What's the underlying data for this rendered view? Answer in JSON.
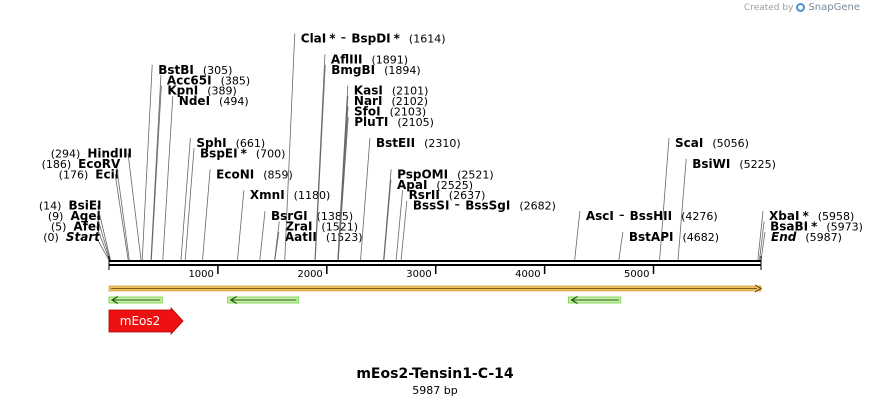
{
  "credit": {
    "prefix": "Created by",
    "brand": "SnapGene"
  },
  "plasmid": {
    "name": "mEos2-Tensin1-C-14",
    "length_label": "5987 bp"
  },
  "map": {
    "total_bp": 5987,
    "ticks": [
      1000,
      2000,
      3000,
      4000,
      5000
    ],
    "tick_labels": [
      "1000",
      "2000",
      "3000",
      "4000",
      "5000"
    ]
  },
  "sites": [
    {
      "name": "Start",
      "pos": 0,
      "pos_label": "(0)",
      "side": "left",
      "row": 0,
      "italic": true
    },
    {
      "name": "AfeI",
      "pos": 5,
      "pos_label": "(5)",
      "side": "left",
      "row": 1
    },
    {
      "name": "AgeI",
      "pos": 9,
      "pos_label": "(9)",
      "side": "left",
      "row": 2
    },
    {
      "name": "BsiEI",
      "pos": 14,
      "pos_label": "(14)",
      "side": "left",
      "row": 3
    },
    {
      "name": "EciI",
      "pos": 176,
      "pos_label": "(176)",
      "side": "left",
      "row": 6
    },
    {
      "name": "EcoRV",
      "pos": 186,
      "pos_label": "(186)",
      "side": "left",
      "row": 7
    },
    {
      "name": "HindIII",
      "pos": 294,
      "pos_label": "(294)",
      "side": "left",
      "row": 8
    },
    {
      "name": "BstBI",
      "pos": 305,
      "pos_label": "(305)",
      "side": "right",
      "row": 16
    },
    {
      "name": "Acc65I",
      "pos": 385,
      "pos_label": "(385)",
      "side": "right",
      "row": 15
    },
    {
      "name": "KpnI",
      "pos": 389,
      "pos_label": "(389)",
      "side": "right",
      "row": 14
    },
    {
      "name": "NdeI",
      "pos": 494,
      "pos_label": "(494)",
      "side": "right",
      "row": 13
    },
    {
      "name": "SphI",
      "pos": 661,
      "pos_label": "(661)",
      "side": "right",
      "row": 9
    },
    {
      "name": "BspEI",
      "star": "*",
      "pos": 700,
      "pos_label": "(700)",
      "side": "right",
      "row": 8
    },
    {
      "name": "EcoNI",
      "pos": 859,
      "pos_label": "(859)",
      "side": "right",
      "row": 6
    },
    {
      "name": "XmnI",
      "pos": 1180,
      "pos_label": "(1180)",
      "side": "right",
      "row": 4
    },
    {
      "name": "BsrGI",
      "pos": 1385,
      "pos_label": "(1385)",
      "side": "right",
      "row": 2
    },
    {
      "name": "ZraI",
      "pos": 1521,
      "pos_label": "(1521)",
      "side": "right",
      "row": 1
    },
    {
      "name": "AatII",
      "pos": 1523,
      "pos_label": "(1523)",
      "side": "right",
      "row": 0
    },
    {
      "name": "ClaI",
      "star": "*",
      "name2": "BspDI",
      "star2": "*",
      "pos": 1614,
      "pos_label": "(1614)",
      "side": "right",
      "row": 19
    },
    {
      "name": "AflIII",
      "pos": 1891,
      "pos_label": "(1891)",
      "side": "right",
      "row": 17
    },
    {
      "name": "BmgBI",
      "pos": 1894,
      "pos_label": "(1894)",
      "side": "right",
      "row": 16
    },
    {
      "name": "KasI",
      "pos": 2101,
      "pos_label": "(2101)",
      "side": "right",
      "row": 14
    },
    {
      "name": "NarI",
      "pos": 2102,
      "pos_label": "(2102)",
      "side": "right",
      "row": 13
    },
    {
      "name": "SfoI",
      "pos": 2103,
      "pos_label": "(2103)",
      "side": "right",
      "row": 12
    },
    {
      "name": "PluTI",
      "pos": 2105,
      "pos_label": "(2105)",
      "side": "right",
      "row": 11
    },
    {
      "name": "BstEII",
      "pos": 2310,
      "pos_label": "(2310)",
      "side": "right",
      "row": 9
    },
    {
      "name": "PspOMI",
      "pos": 2521,
      "pos_label": "(2521)",
      "side": "right",
      "row": 6
    },
    {
      "name": "ApaI",
      "pos": 2525,
      "pos_label": "(2525)",
      "side": "right",
      "row": 5
    },
    {
      "name": "RsrII",
      "pos": 2637,
      "pos_label": "(2637)",
      "side": "right",
      "row": 4
    },
    {
      "name": "BssSI",
      "name2": "BssSgI",
      "pos": 2682,
      "pos_label": "(2682)",
      "side": "right",
      "row": 3
    },
    {
      "name": "AscI",
      "name2": "BssHII",
      "pos": 4276,
      "pos_label": "(4276)",
      "side": "right",
      "row": 2
    },
    {
      "name": "BstAPI",
      "pos": 4682,
      "pos_label": "(4682)",
      "side": "right",
      "row": 0
    },
    {
      "name": "ScaI",
      "pos": 5056,
      "pos_label": "(5056)",
      "side": "right",
      "row": 9
    },
    {
      "name": "BsiWI",
      "pos": 5225,
      "pos_label": "(5225)",
      "side": "right",
      "row": 7
    },
    {
      "name": "XbaI",
      "star": "*",
      "pos": 5958,
      "pos_label": "(5958)",
      "side": "right",
      "row": 2
    },
    {
      "name": "BsaBI",
      "star": "*",
      "pos": 5973,
      "pos_label": "(5973)",
      "side": "right",
      "row": 1
    },
    {
      "name": "End",
      "pos": 5987,
      "pos_label": "(5987)",
      "side": "right",
      "row": 0,
      "italic": true
    }
  ],
  "features": [
    {
      "type": "orf",
      "start": 0,
      "end": 5987,
      "color": "#f0c060"
    },
    {
      "type": "primer",
      "start": 0,
      "end": 490,
      "direction": "reverse",
      "color": "#6fcf3a"
    },
    {
      "type": "primer",
      "start": 1090,
      "end": 1740,
      "direction": "reverse",
      "color": "#6fcf3a"
    },
    {
      "type": "primer",
      "start": 4220,
      "end": 4700,
      "direction": "reverse",
      "color": "#6fcf3a"
    },
    {
      "type": "gene",
      "label": "mEos2",
      "start": 0,
      "end": 680,
      "direction": "forward",
      "color": "#ee1111"
    }
  ]
}
